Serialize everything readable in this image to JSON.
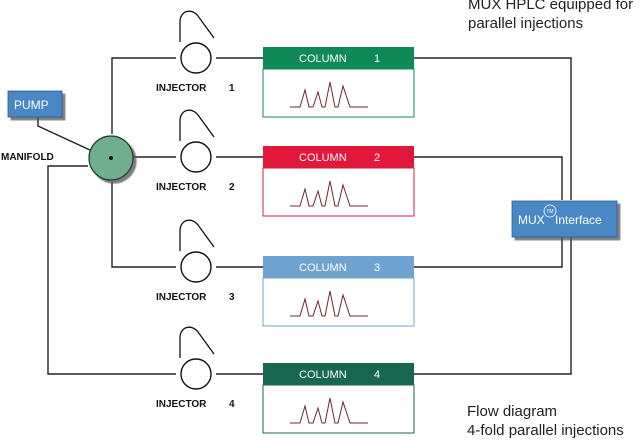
{
  "top_caption": {
    "line1": "MUX HPLC equipped for",
    "line2": "parallel injections"
  },
  "bottom_caption": {
    "line1": "Flow diagram",
    "line2": "4-fold parallel injections"
  },
  "pump": {
    "label": "PUMP",
    "color": "#4a88c4"
  },
  "manifold": {
    "label": "MANIFOLD",
    "color": "#6fae8e"
  },
  "mux": {
    "label": "MUX",
    "symbol": "TM",
    "suffix": "Interface",
    "color": "#4a88c4"
  },
  "injector_label": "INJECTOR",
  "channels": [
    {
      "column": "COLUMN",
      "number": "1",
      "injector_number": "1",
      "color": "#0f8a57"
    },
    {
      "column": "COLUMN",
      "number": "2",
      "injector_number": "2",
      "color": "#e2183b"
    },
    {
      "column": "COLUMN",
      "number": "3",
      "injector_number": "3",
      "color": "#6fa3d2"
    },
    {
      "column": "COLUMN",
      "number": "4",
      "injector_number": "4",
      "color": "#17684f"
    }
  ],
  "chromatogram_color": "#6a2a2a"
}
